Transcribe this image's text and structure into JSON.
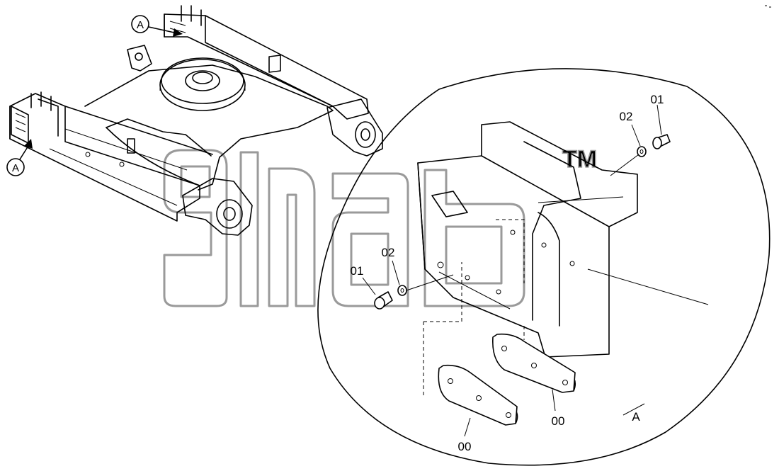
{
  "callouts": {
    "view_ref_top": "A",
    "view_ref_left": "A",
    "detail_view": "A"
  },
  "parts": {
    "bolt_right": "01",
    "washer_right": "02",
    "bolt_left": "01",
    "washer_left": "02",
    "plate_lower": "00",
    "plate_upper": "00"
  },
  "watermark": {
    "trademark": "TM"
  },
  "colors": {
    "line": "#000000",
    "watermark": "#9a9a9a",
    "background": "#ffffff"
  }
}
